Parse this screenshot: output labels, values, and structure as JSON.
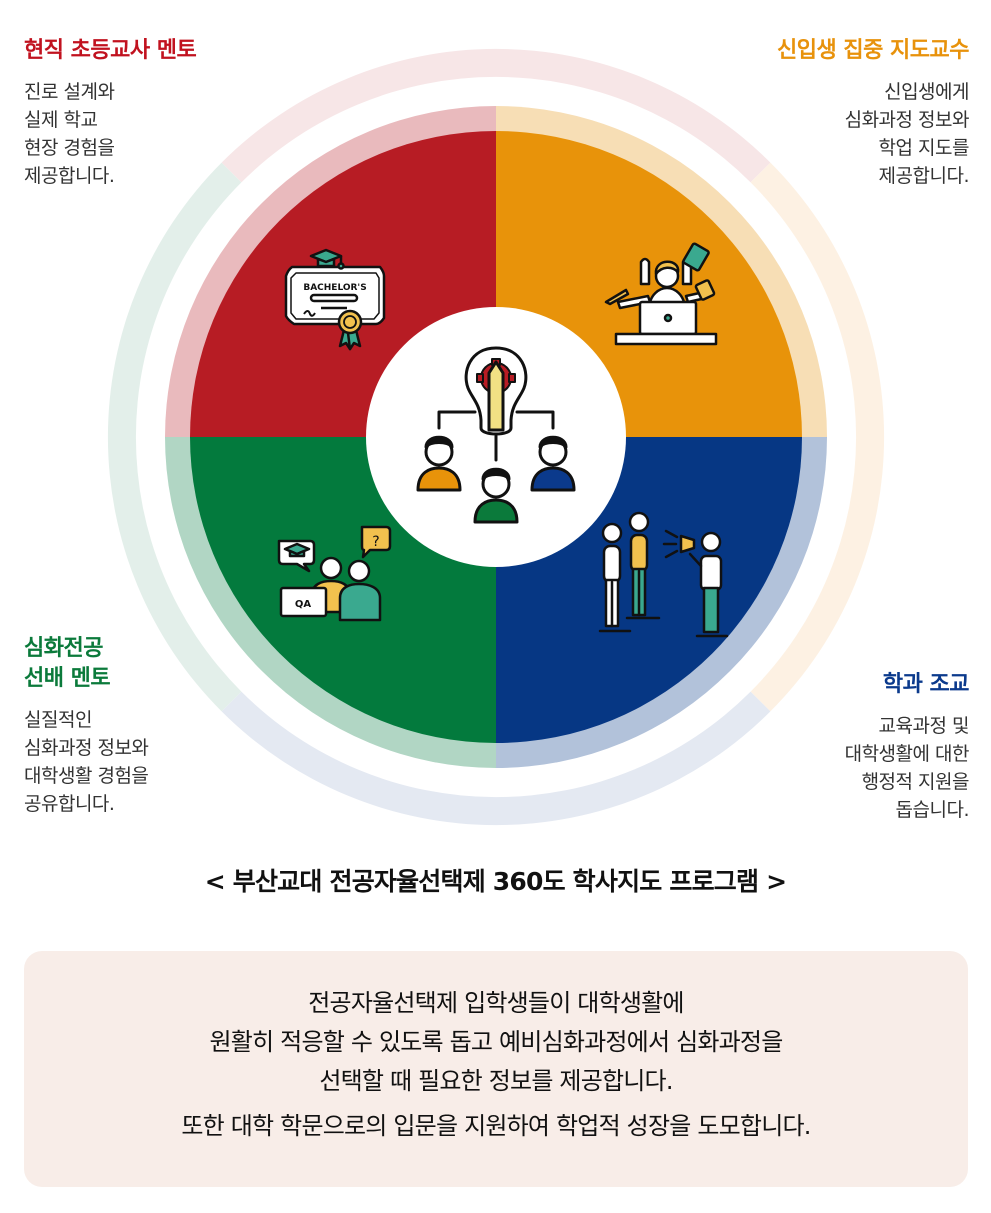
{
  "quadrants": [
    {
      "id": "top-left",
      "title": "현직 초등교사 멘토",
      "title_color": "#c1121f",
      "desc_lines": [
        "진로 설계와",
        "실제 학교",
        "현장 경험을",
        "제공합니다."
      ],
      "pie_color": "#b71c24",
      "band_color": "#e9babd",
      "icon": "diploma-icon",
      "icon_text": "BACHELOR'S"
    },
    {
      "id": "top-right",
      "title": "신입생 집중 지도교수",
      "title_color": "#e8920b",
      "desc_lines": [
        "신입생에게",
        "심화과정 정보와",
        "학업 지도를",
        "제공합니다."
      ],
      "pie_color": "#e8930a",
      "band_color": "#f7deb5",
      "icon": "busy-professor-icon"
    },
    {
      "id": "bottom-left",
      "title_lines": [
        "심화전공",
        "선배 멘토"
      ],
      "title_color": "#0b7a3b",
      "desc_lines": [
        "실질적인",
        "심화과정 정보와",
        "대학생활 경험을",
        "공유합니다."
      ],
      "pie_color": "#037a3d",
      "band_color": "#b1d6c4",
      "icon": "qa-mentoring-icon",
      "icon_text": "QA"
    },
    {
      "id": "bottom-right",
      "title": "학과 조교",
      "title_color": "#0b3a8c",
      "desc_lines": [
        "교육과정 및",
        "대학생활에 대한",
        "행정적 지원을",
        "돕습니다."
      ],
      "pie_color": "#063784",
      "band_color": "#b2c2da",
      "icon": "megaphone-announcer-icon"
    }
  ],
  "outer_ring_colors": {
    "top": "#f7e6e7",
    "right": "#fdf1e3",
    "bottom": "#e4e9f2",
    "left": "#e3efea"
  },
  "center": {
    "icon": "lightbulb-team-icon"
  },
  "caption": "< 부산교대 전공자율선택제 360도 학사지도 프로그램 >",
  "summary": {
    "lines": [
      "전공자율선택제 입학생들이 대학생활에",
      "원활히 적응할 수 있도록 돕고 예비심화과정에서 심화과정을",
      "선택할 때 필요한 정보를 제공합니다."
    ],
    "last_line": "또한 대학 학문으로의 입문을 지원하여 학업적 성장을 도모합니다.",
    "background": "#f8ede8"
  }
}
